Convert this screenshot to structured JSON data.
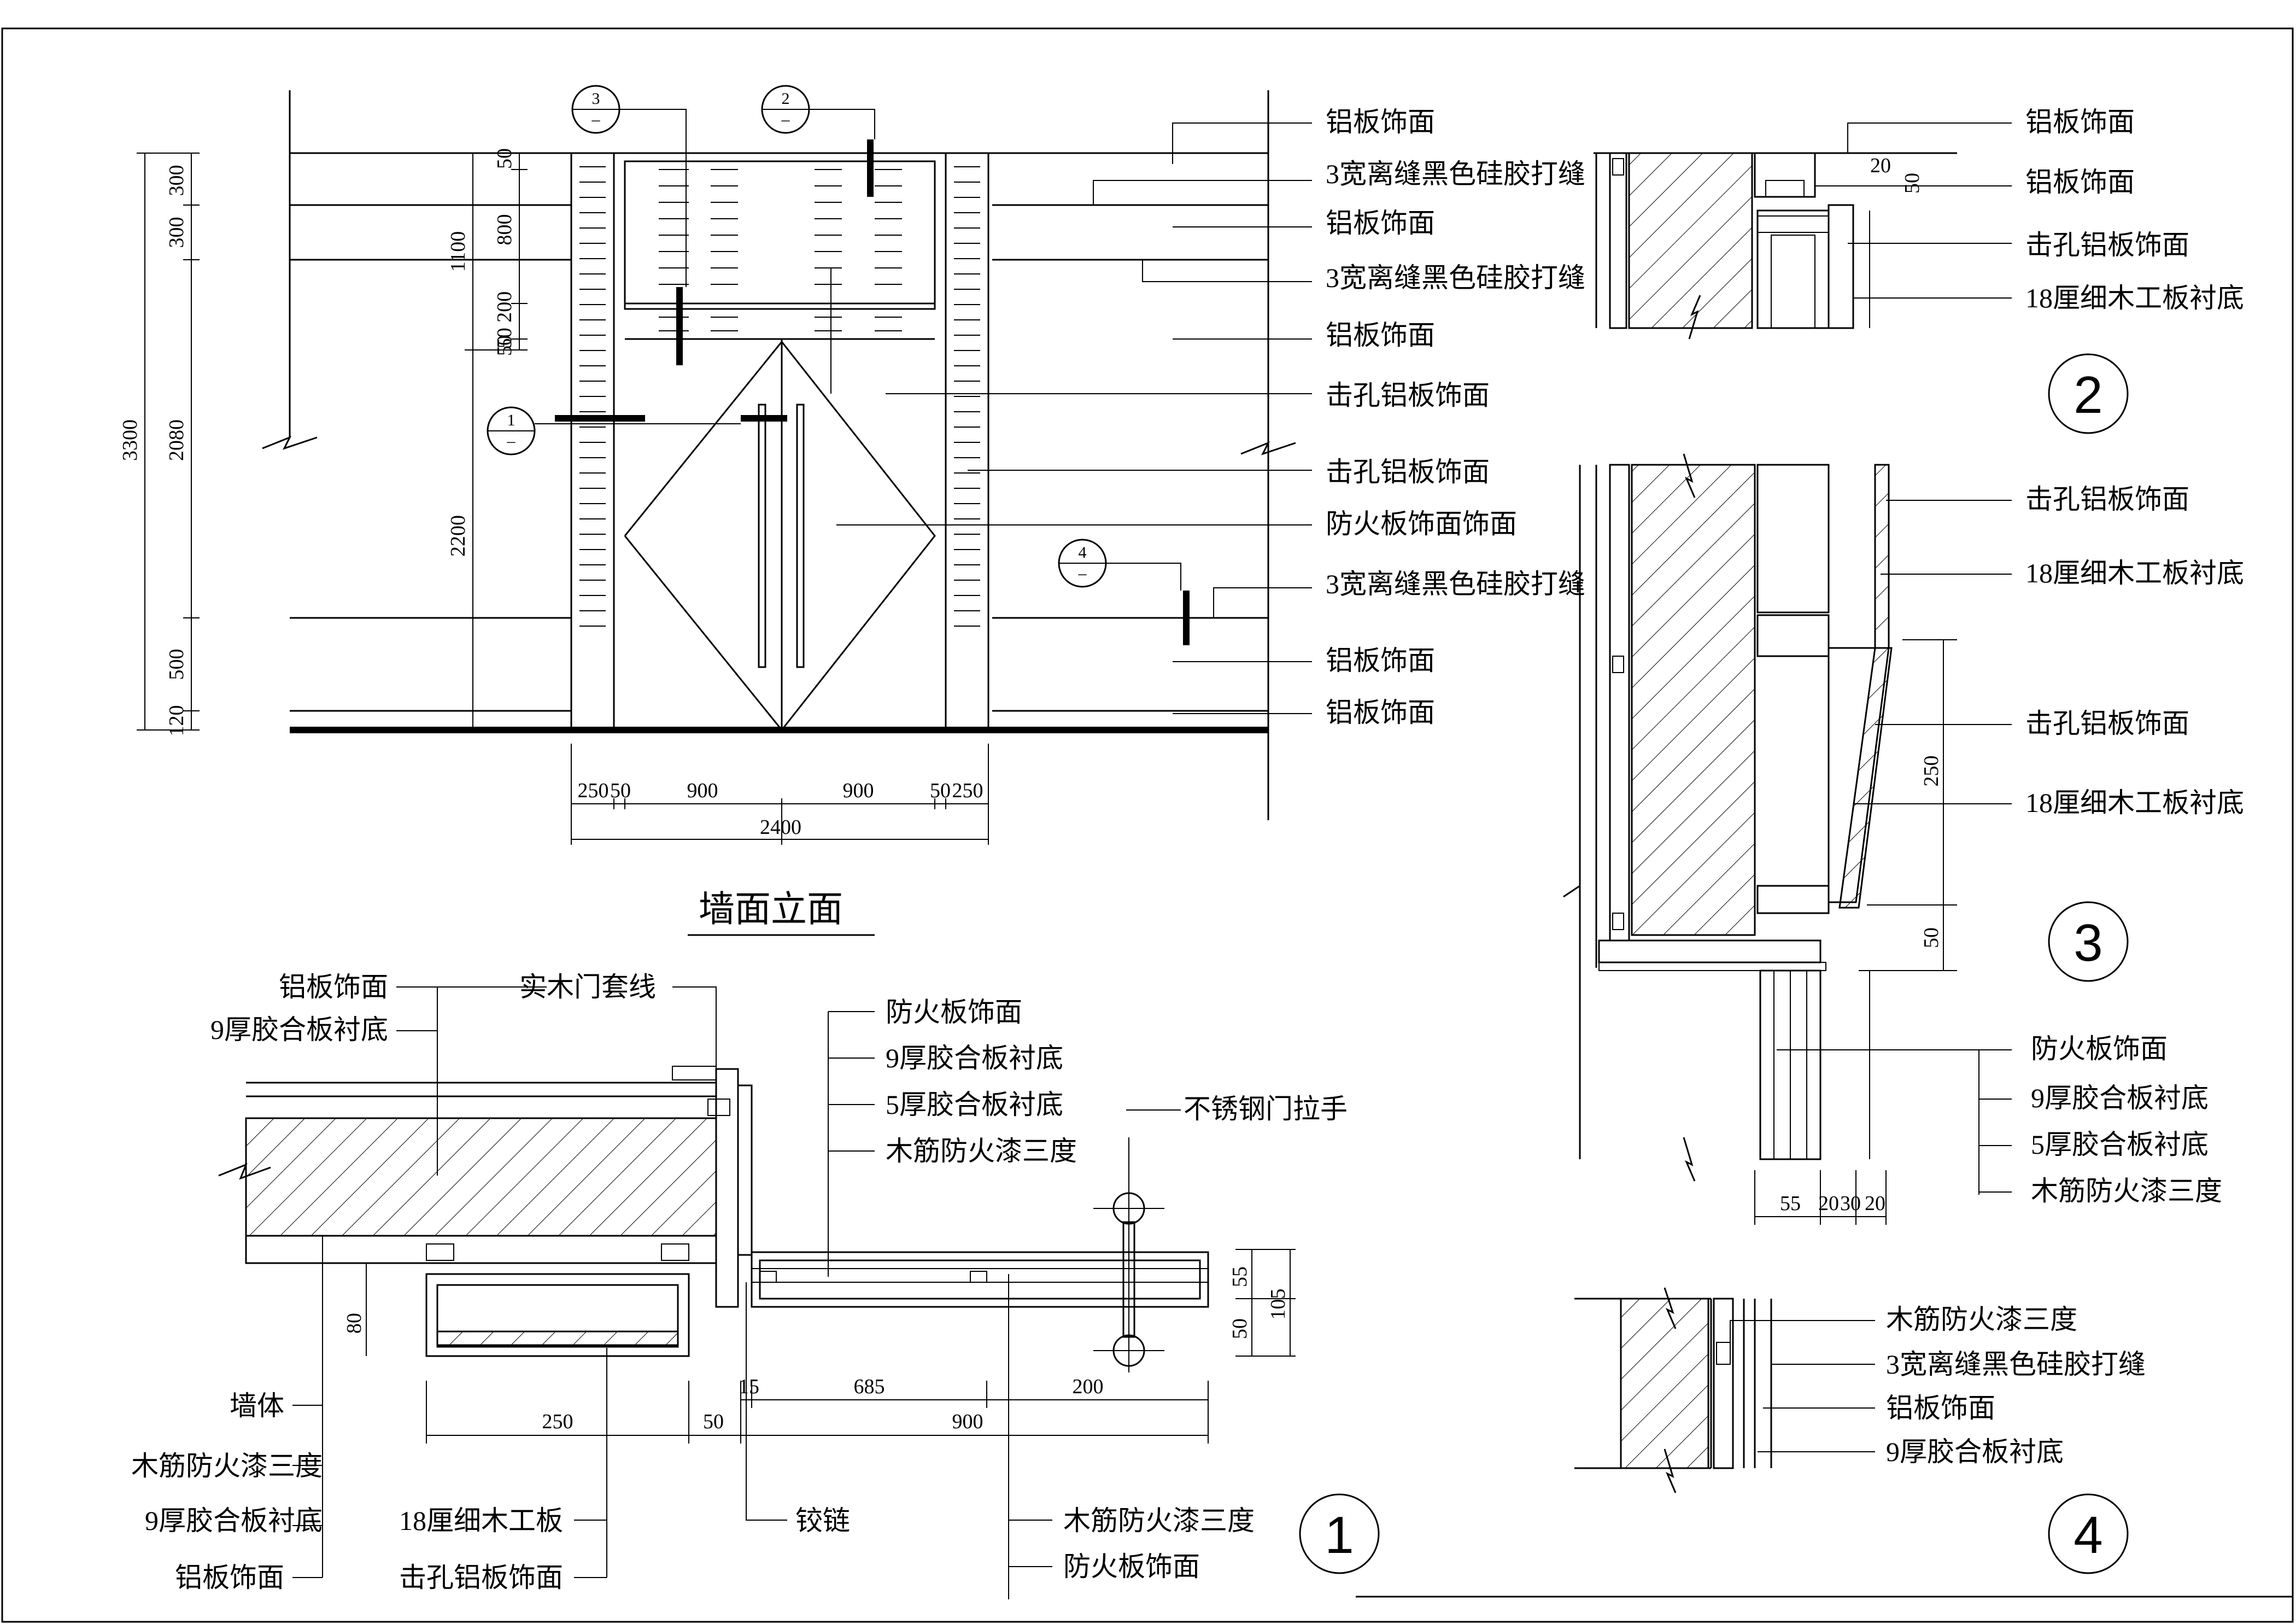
{
  "elevation": {
    "title": "墙面立面",
    "labels": [
      "铝板饰面",
      "3宽离缝黑色硅胶打缝",
      "铝板饰面",
      "3宽离缝黑色硅胶打缝",
      "铝板饰面",
      "击孔铝板饰面",
      "击孔铝板饰面",
      "防火板饰面饰面",
      "3宽离缝黑色硅胶打缝",
      "铝板饰面",
      "铝板饰面"
    ],
    "left_dims": [
      "300",
      "300",
      "3300",
      "2080",
      "2200",
      "500",
      "120"
    ],
    "inner_dims": [
      "50",
      "800",
      "1100",
      "50 200",
      "50"
    ],
    "bottom_dims": [
      "250",
      "50",
      "900",
      "900",
      "50",
      "250"
    ],
    "total_width": "2400",
    "bubbles": [
      "3",
      "2",
      "1",
      "4"
    ]
  },
  "detail1": {
    "number": "1",
    "left_top_labels": [
      "铝板饰面",
      "9厚胶合板衬底"
    ],
    "top_center_label": "实木门套线",
    "top_right_labels": [
      "防火板饰面",
      "9厚胶合板衬底",
      "5厚胶合板衬底",
      "木筋防火漆三度"
    ],
    "handle_label": "不锈钢门拉手",
    "left_bottom_labels": [
      "墙体",
      "木筋防火漆三度",
      "9厚胶合板衬底",
      "铝板饰面"
    ],
    "center_bottom_labels": [
      "18厘细木工板",
      "击孔铝板饰面"
    ],
    "hinge_label": "铰链",
    "right_bottom_labels": [
      "木筋防火漆三度",
      "防火板饰面"
    ],
    "dims": [
      "80",
      "250",
      "50",
      "15",
      "685",
      "200",
      "900",
      "55",
      "50",
      "105"
    ]
  },
  "detail2": {
    "number": "2",
    "labels": [
      "铝板饰面",
      "铝板饰面",
      "击孔铝板饰面",
      "18厘细木工板衬底"
    ],
    "dims": [
      "20",
      "50"
    ]
  },
  "detail3": {
    "number": "3",
    "labels": [
      "击孔铝板饰面",
      "18厘细木工板衬底",
      "击孔铝板饰面",
      "18厘细木工板衬底",
      "防火板饰面",
      "9厚胶合板衬底",
      "5厚胶合板衬底",
      "木筋防火漆三度"
    ],
    "dims": [
      "250",
      "50",
      "55",
      "20",
      "30",
      "20"
    ]
  },
  "detail4": {
    "number": "4",
    "labels": [
      "木筋防火漆三度",
      "3宽离缝黑色硅胶打缝",
      "铝板饰面",
      "9厚胶合板衬底"
    ]
  }
}
